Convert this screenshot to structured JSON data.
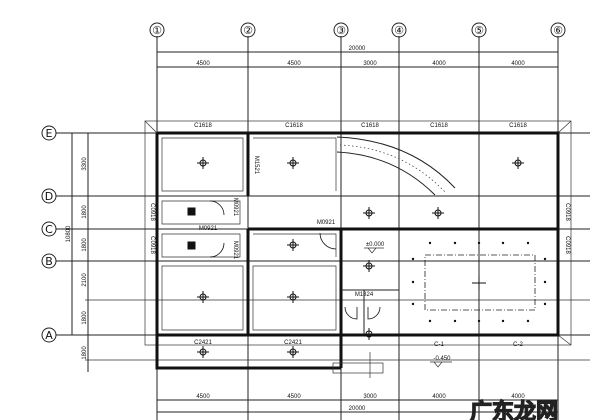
{
  "axes_columns": [
    "①",
    "②",
    "③",
    "④",
    "⑤",
    "⑥"
  ],
  "axes_rows": [
    "E",
    "D",
    "C",
    "B",
    "A"
  ],
  "dims_top": {
    "total": "20000",
    "spans": [
      "4500",
      "4500",
      "3000",
      "4000",
      "4000"
    ]
  },
  "dims_bottom": {
    "total": "20000",
    "spans": [
      "4500",
      "4500",
      "3000",
      "4000",
      "4000"
    ]
  },
  "dims_left": {
    "total": "10800",
    "spans": [
      "3300",
      "1800",
      "1800",
      "2100",
      "1800",
      "1800"
    ]
  },
  "windows_top": [
    "C1618",
    "C1618",
    "C1618",
    "C1618",
    "C1618"
  ],
  "windows_side": [
    "C0918",
    "C0918",
    "C0918",
    "C0918"
  ],
  "windows_bottom": [
    "C2421",
    "C2421",
    "C-1",
    "C-2"
  ],
  "doors": [
    "M1521",
    "M0921",
    "M0921",
    "M0921",
    "M0921",
    "M1824"
  ],
  "levels": {
    "floor": "±0.000",
    "outside": "-0.450"
  },
  "watermark": "广东龙网"
}
